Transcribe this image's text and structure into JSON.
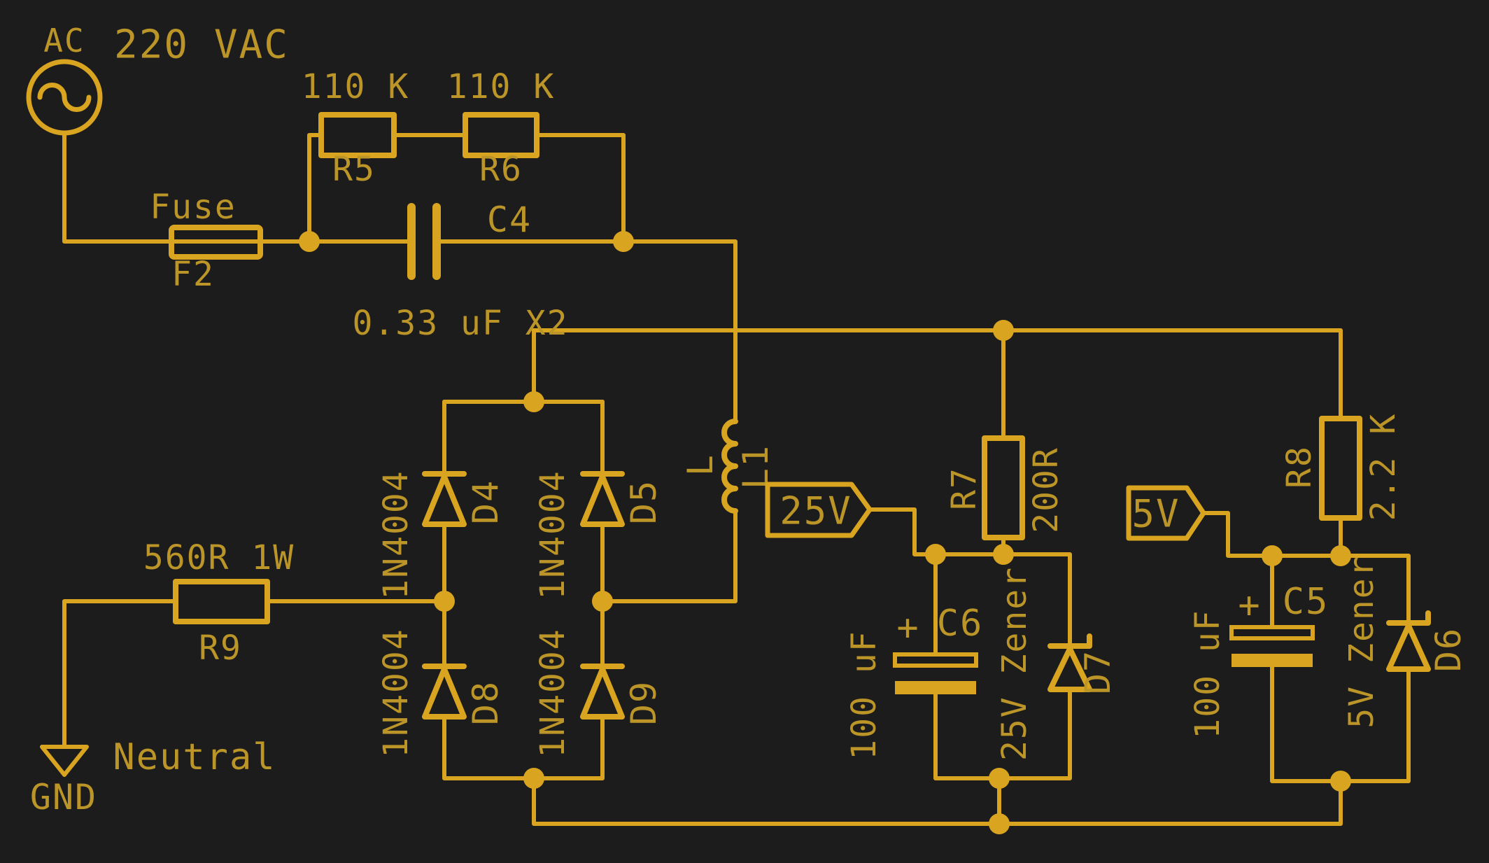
{
  "schematic": {
    "source": {
      "label": "AC",
      "value": "220 VAC"
    },
    "fuse": {
      "label": "Fuse",
      "ref": "F2"
    },
    "r5": {
      "value": "110 K",
      "ref": "R5"
    },
    "r6": {
      "value": "110 K",
      "ref": "R6"
    },
    "c4": {
      "ref": "C4",
      "value": "0.33 uF X2"
    },
    "d4": {
      "value": "1N4004",
      "ref": "D4"
    },
    "d5": {
      "value": "1N4004",
      "ref": "D5"
    },
    "d8": {
      "value": "1N4004",
      "ref": "D8"
    },
    "d9": {
      "value": "1N4004",
      "ref": "D9"
    },
    "l1": {
      "label": "L",
      "ref": "L1"
    },
    "r9": {
      "value": "560R 1W",
      "ref": "R9"
    },
    "gnd": {
      "label": "GND"
    },
    "neutral": {
      "label": "Neutral"
    },
    "r7": {
      "ref": "R7",
      "value": "200R"
    },
    "r8": {
      "ref": "R8",
      "value": "2.2 K"
    },
    "flag25": {
      "label": "25V"
    },
    "flag5": {
      "label": "5V"
    },
    "c6": {
      "plus": "+",
      "ref": "C6",
      "value": "100 uF"
    },
    "c5": {
      "plus": "+",
      "ref": "C5",
      "value": "100 uF"
    },
    "d7": {
      "value": "25V Zener",
      "ref": "D7"
    },
    "d6": {
      "value": "5V Zener",
      "ref": "D6"
    }
  },
  "colors": {
    "background": "#1c1c1c",
    "wire": "#d9a520",
    "text": "#bc9528"
  }
}
